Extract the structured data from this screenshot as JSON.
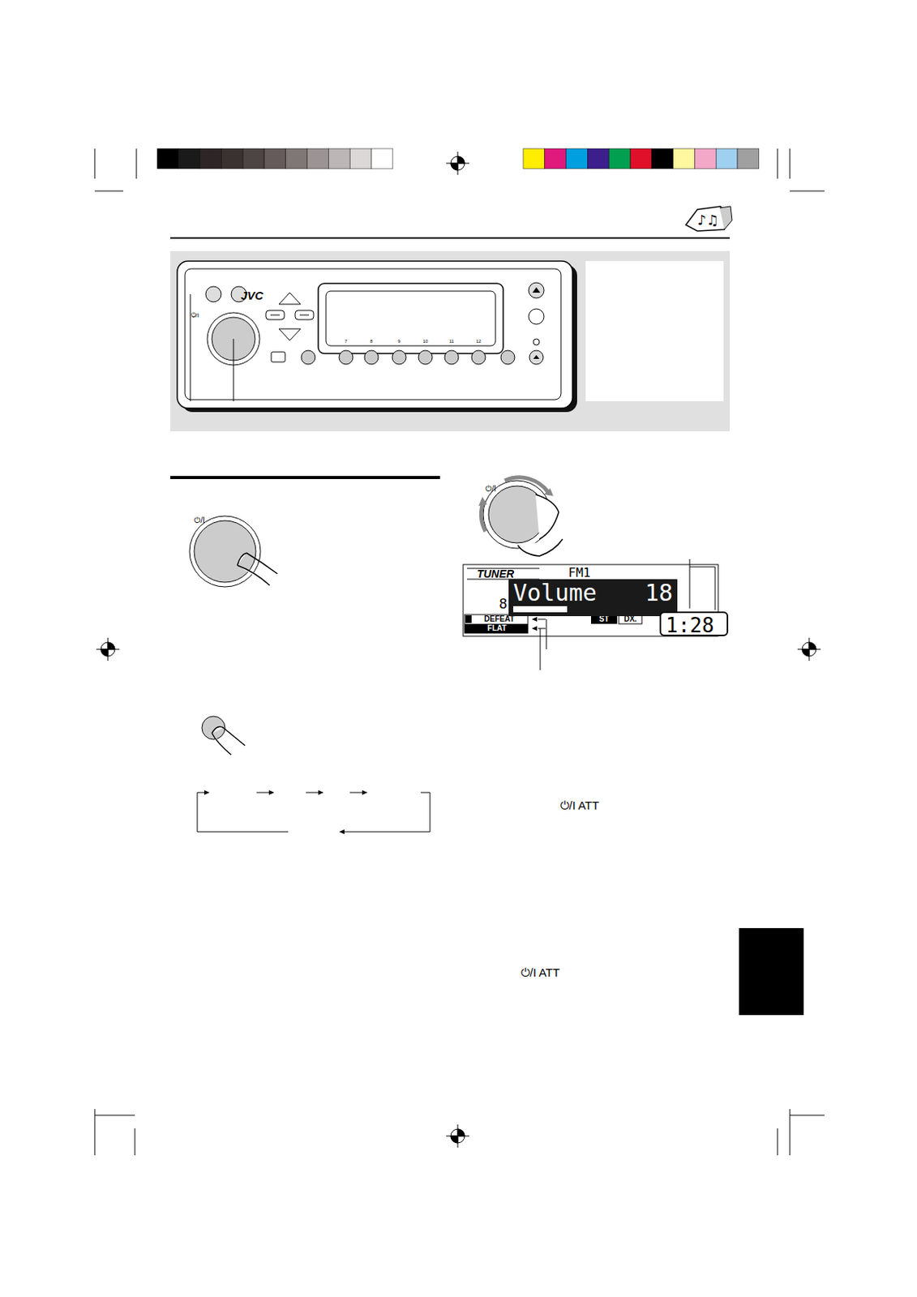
{
  "diagram": {
    "nodes": [
      {
        "text": [
          "Volume",
          "18"
        ]
      },
      {
        "text": [
          "1:28"
        ]
      }
    ],
    "labels": [
      "JVC",
      "⏻/I",
      "7",
      "8",
      "9",
      "10",
      "11",
      "12",
      "⏻/I",
      "⏻/I",
      "TUNER",
      "FM1",
      "8",
      "DEFEAT",
      "FLAT",
      "ST",
      "DX.",
      "⏻/I ATT",
      "⏻/I ATT"
    ]
  }
}
